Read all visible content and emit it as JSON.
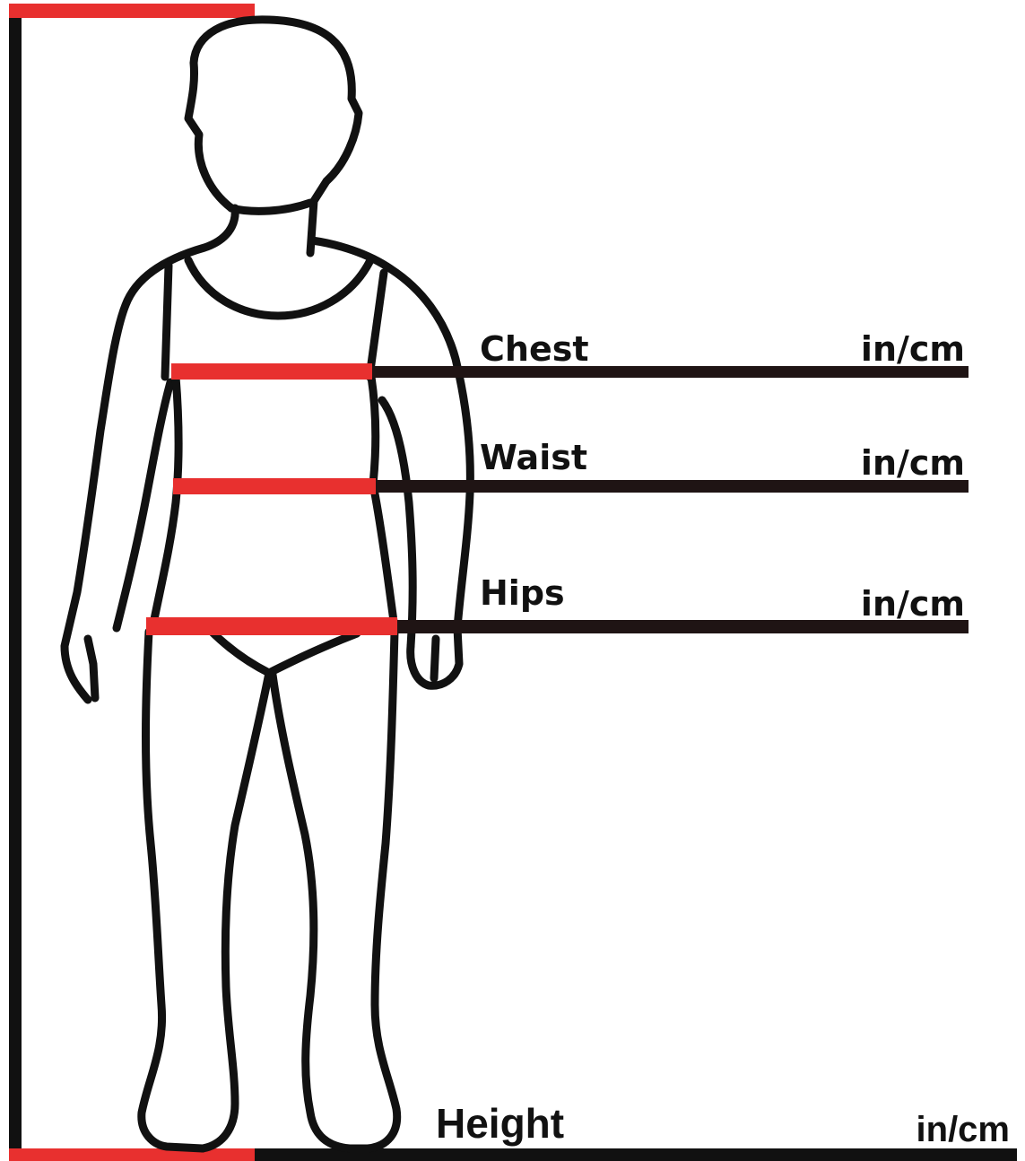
{
  "measurements": {
    "chest": {
      "label": "Chest",
      "unit": "in/cm"
    },
    "waist": {
      "label": "Waist",
      "unit": "in/cm"
    },
    "hips": {
      "label": "Hips",
      "unit": "in/cm"
    },
    "height": {
      "label": "Height",
      "unit": "in/cm"
    }
  },
  "colors": {
    "marker": "#e8302f",
    "line": "#111111",
    "guide": "#1f1414"
  }
}
